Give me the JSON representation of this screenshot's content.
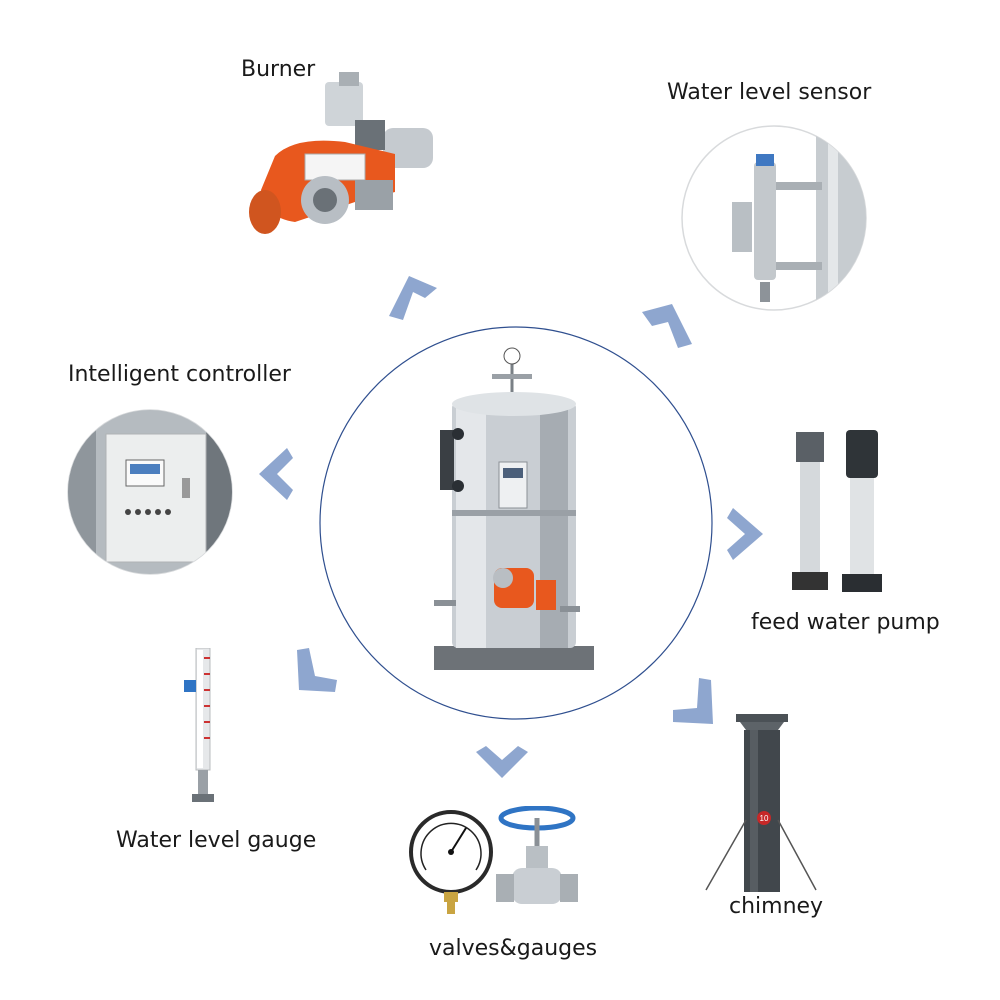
{
  "labels": {
    "burner": "Burner",
    "water_level_sensor": "Water level sensor",
    "intelligent_controller": "Intelligent controller",
    "feed_water_pump": "feed water pump",
    "water_level_gauge": "Water level gauge",
    "valves_gauges": "valves&gauges",
    "chimney": "chimney"
  },
  "markings": {
    "chimney_badge": "10"
  },
  "colors": {
    "arrow": "#8ea6cf",
    "center_ring": "#2f4f8f",
    "burner_orange": "#e8581e",
    "steel": "#c9ced3"
  },
  "icons": [
    "chevron-up-left-icon",
    "chevron-up-right-icon",
    "chevron-left-icon",
    "chevron-right-icon",
    "chevron-down-left-icon",
    "chevron-down-icon",
    "chevron-down-right-icon"
  ]
}
